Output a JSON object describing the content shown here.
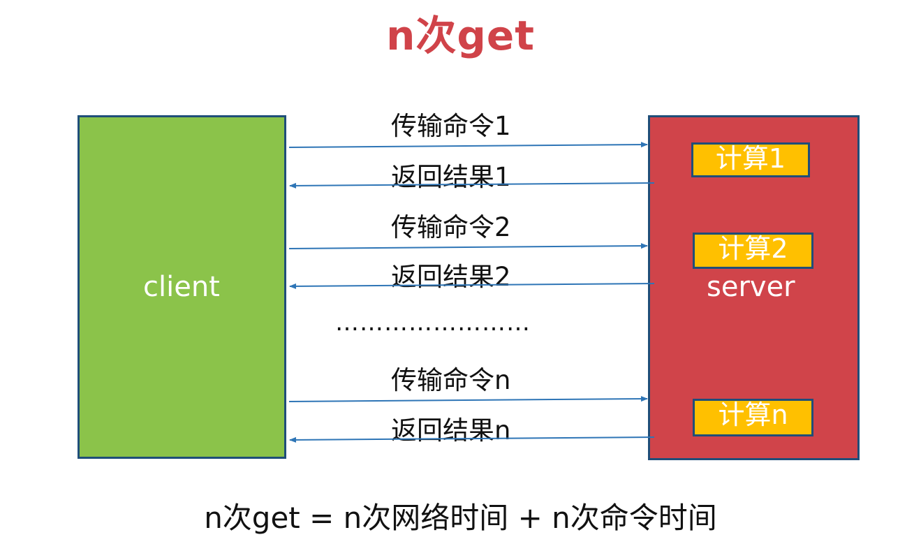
{
  "title": "n次get",
  "client": {
    "label": "client",
    "color": "#8bc34a"
  },
  "server": {
    "label": "server",
    "color": "#d0444a"
  },
  "compute_blocks": [
    "计算1",
    "计算2",
    "计算n"
  ],
  "messages": [
    {
      "send": "传输命令1",
      "receive": "返回结果1"
    },
    {
      "send": "传输命令2",
      "receive": "返回结果2"
    },
    {
      "send": "传输命令n",
      "receive": "返回结果n"
    }
  ],
  "ellipsis": "……………………",
  "formula": "n次get = n次网络时间 + n次命令时间",
  "colors": {
    "title": "#d04349",
    "arrow": "#2e75b6",
    "border": "#1f4e79",
    "compute": "#ffc000"
  }
}
